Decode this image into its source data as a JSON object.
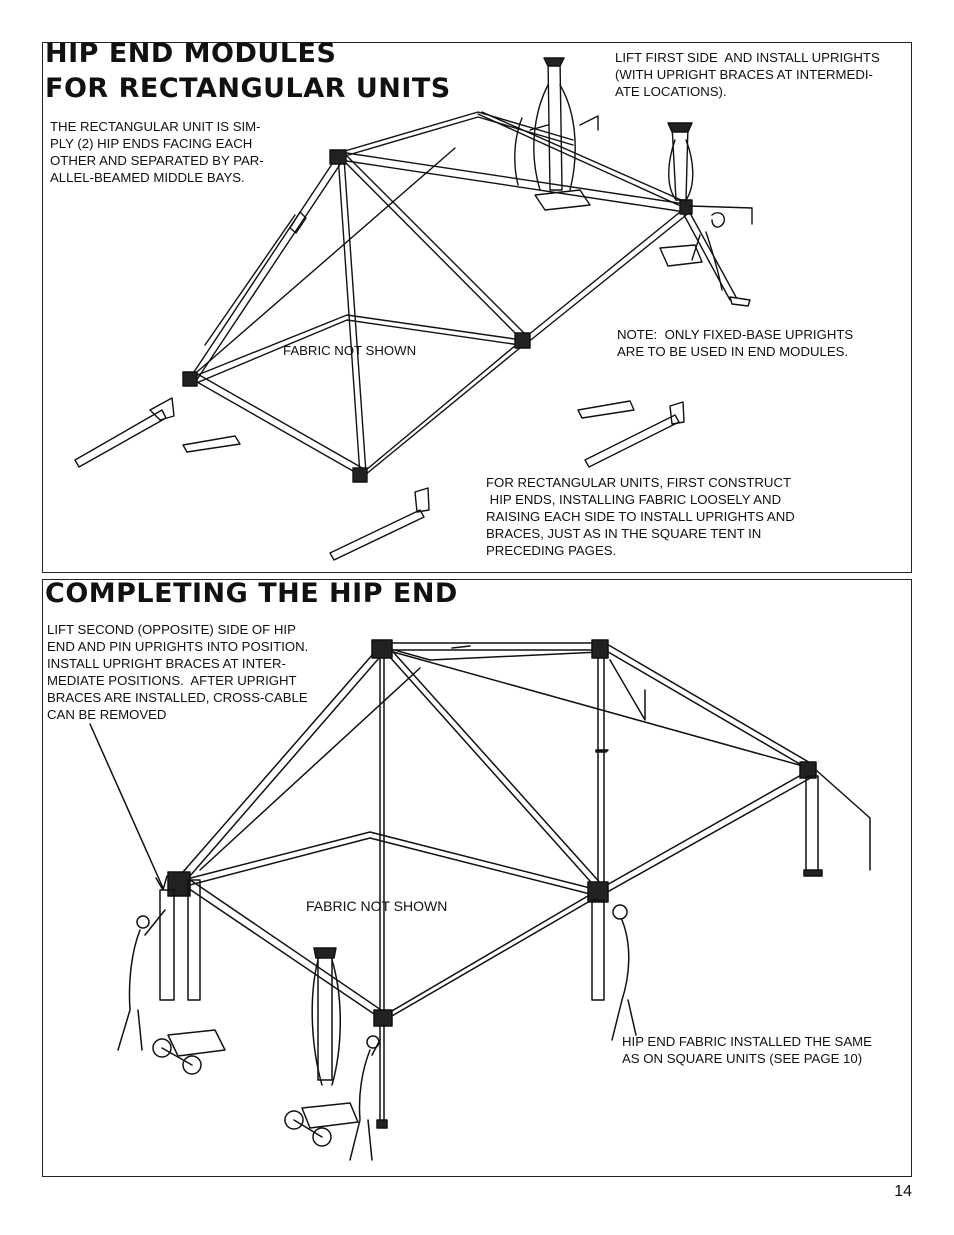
{
  "top_section": {
    "title_line1": "HIP END MODULES",
    "title_line2": "FOR RECTANGULAR UNITS",
    "note_rectangular": "THE RECTANGULAR UNIT IS SIM-\nPLY (2) HIP ENDS FACING EACH\nOTHER AND SEPARATED BY PAR-\nALLEL-BEAMED MIDDLE BAYS.",
    "note_lift": "LIFT FIRST SIDE  AND INSTALL UPRIGHTS\n(WITH UPRIGHT BRACES AT INTERMEDI-\nATE LOCATIONS).",
    "note_fixed_base": "NOTE:  ONLY FIXED-BASE UPRIGHTS\nARE TO BE USED IN END MODULES.",
    "fabric_label": "FABRIC NOT SHOWN",
    "note_construct": "FOR RECTANGULAR UNITS, FIRST CONSTRUCT\n HIP ENDS, INSTALLING FABRIC LOOSELY AND\nRAISING EACH SIDE TO INSTALL UPRIGHTS AND\nBRACES, JUST AS IN THE SQUARE TENT IN\nPRECEDING PAGES."
  },
  "bottom_section": {
    "title": "COMPLETING THE HIP END",
    "note_lift_second": "LIFT SECOND (OPPOSITE) SIDE OF HIP\nEND AND PIN UPRIGHTS INTO POSITION.\nINSTALL UPRIGHT BRACES AT INTER-\nMEDIATE POSITIONS.  AFTER UPRIGHT\nBRACES ARE INSTALLED, CROSS-CABLE\nCAN BE REMOVED",
    "fabric_label": "FABRIC NOT SHOWN",
    "note_hip_fabric": "HIP END FABRIC INSTALLED THE SAME\nAS ON SQUARE UNITS (SEE PAGE 10)"
  },
  "page_number": "14"
}
